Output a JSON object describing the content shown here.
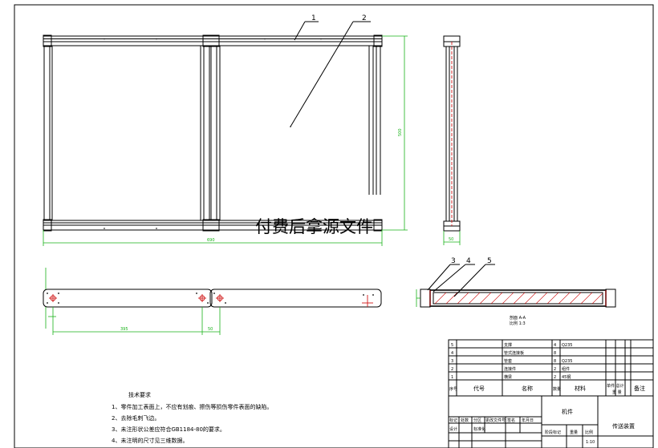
{
  "watermark": "付费后拿源文件",
  "balloons": [
    "1",
    "2",
    "3",
    "4",
    "5"
  ],
  "dimensions": {
    "front_width": "690",
    "front_height": "500",
    "side_width": "50",
    "bar_length": "395",
    "bar_offset": "50"
  },
  "section_caption": {
    "line1": "剖面 A-A",
    "line2": "比例 1:3"
  },
  "tech_notes": {
    "title": "技术要求",
    "items": [
      "1、零件加工表面上，不应有划痕、擦伤等损伤零件表面的缺陷。",
      "2、去除毛刺飞边。",
      "3、未注形状公差应符合GB1184-80的要求。",
      "4、未注明的尺寸见三维数据。"
    ]
  },
  "bom": {
    "rows": [
      {
        "no": "5",
        "name": "支撑",
        "qty": "4",
        "mat": "Q235"
      },
      {
        "no": "4",
        "name": "管式连接板",
        "qty": "8",
        "mat": ""
      },
      {
        "no": "3",
        "name": "管套",
        "qty": "8",
        "mat": "Q235"
      },
      {
        "no": "2",
        "name": "连接件",
        "qty": "2",
        "mat": "组件"
      },
      {
        "no": "1",
        "name": "横梁",
        "qty": "2",
        "mat": "45钢"
      }
    ],
    "header": {
      "seq": "序号",
      "code": "代号",
      "name": "名称",
      "qty": "数量",
      "material": "材料",
      "weight": "单件 总计",
      "weight_sub": "重 量",
      "remark": "备注"
    }
  },
  "title_block": {
    "part_name": "机件",
    "assembly_name": "传送装置",
    "rev_labels": [
      "标记",
      "处数",
      "分区",
      "更改文件号",
      "签名",
      "年月日"
    ],
    "sign_labels": [
      "设计",
      "标准化"
    ],
    "stage_labels": [
      "阶段标记",
      "重量",
      "比例"
    ],
    "scale": "1:10"
  }
}
